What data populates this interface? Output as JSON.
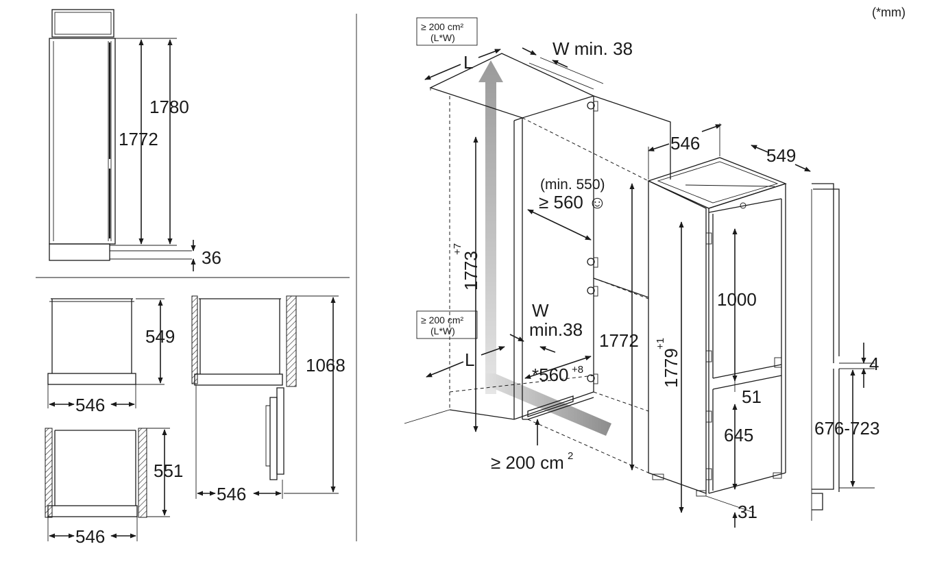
{
  "unit_note": "(*mm)",
  "side_view": {
    "d1780": "1780",
    "d1772": "1772",
    "d36": "36"
  },
  "top_views": {
    "t1_depth": "549",
    "t1_width": "546",
    "t2_depth": "551",
    "t2_width": "546",
    "t3_depth": "1068",
    "t3_width": "546"
  },
  "niche": {
    "vent_top": "≥ 200 cm²",
    "vent_top_sub": "(L*W)",
    "vent_bottom": "≥ 200 cm²",
    "vent_bottom_sub": "(L*W)",
    "L_top": "L",
    "L_bottom": "L",
    "w_top": "W min. 38",
    "w_bottom_1": "W",
    "w_bottom_2": "min.38",
    "h1773": "1773",
    "h1773_tol": "+7",
    "min550": "(min. 550)",
    "d560": "≥ 560 ☺",
    "d560b": "*560",
    "d560b_tol": "+8",
    "base_vent": "≥ 200 cm",
    "base_vent_sup": "2",
    "h1772": "1772"
  },
  "appliance": {
    "w546": "546",
    "d549": "549",
    "h1779": "1779",
    "h1779_tol": "+1",
    "h1000": "1000",
    "h51": "51",
    "h645": "645",
    "h31": "31"
  },
  "door_panel": {
    "gap4": "4",
    "range": "676-723"
  }
}
